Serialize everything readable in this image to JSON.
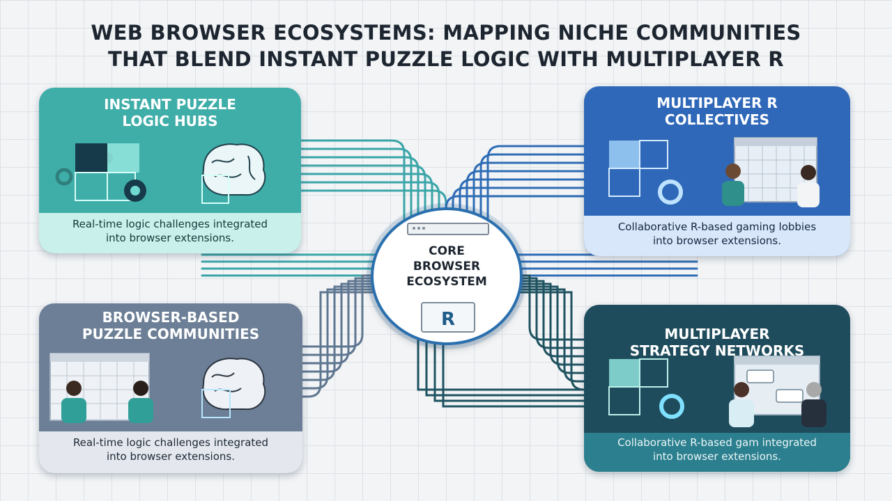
{
  "title": {
    "line1": "WEB BROWSER ECOSYSTEMS: MAPPING NICHE COMMUNITIES",
    "line2": "THAT BLEND INSTANT PUZZLE LOGIC WITH MULTIPLAYER R"
  },
  "center": {
    "line1": "CORE",
    "line2": "BROWSER",
    "line3": "ECOSYSTEM",
    "logo_letter": "R"
  },
  "cards": {
    "top_left": {
      "heading": [
        "INSTANT PUZZLE",
        "LOGIC HUBS"
      ],
      "description": [
        "Real-time logic challenges integrated",
        "into browser extensions."
      ],
      "icons": [
        "puzzle-pieces-icon",
        "gear-icon",
        "brain-icon"
      ]
    },
    "top_right": {
      "heading": [
        "MULTIPLAYER R",
        "COLLECTIVES"
      ],
      "description": [
        "Collaborative R-based gaming lobbies",
        "into browser extensions."
      ],
      "icons": [
        "puzzle-pieces-icon",
        "gear-icon",
        "browser-grid-icon",
        "two-players-icon"
      ]
    },
    "bottom_left": {
      "heading": [
        "BROWSER-BASED",
        "PUZZLE COMMUNITIES"
      ],
      "description": [
        "Real-time logic challenges integrated",
        "into browser extensions."
      ],
      "icons": [
        "browser-grid-icon",
        "two-players-icon",
        "brain-icon"
      ]
    },
    "bottom_right": {
      "heading": [
        "MULTIPLAYER",
        "STRATEGY NETWORKS"
      ],
      "description": [
        "Collaborative R-based gam integrated",
        "into browser extensions."
      ],
      "icons": [
        "puzzle-pieces-icon",
        "gear-icon",
        "chat-window-icon",
        "two-players-icon"
      ]
    }
  },
  "colors": {
    "top_left": "#3fada8",
    "top_right": "#2f68b8",
    "bottom_left": "#6c7f96",
    "bottom_right": "#1f4c5c",
    "wire_teal": "#3aa5a8",
    "wire_blue": "#2e6cb5",
    "wire_slate": "#5f7690",
    "wire_dark": "#1f5260"
  }
}
